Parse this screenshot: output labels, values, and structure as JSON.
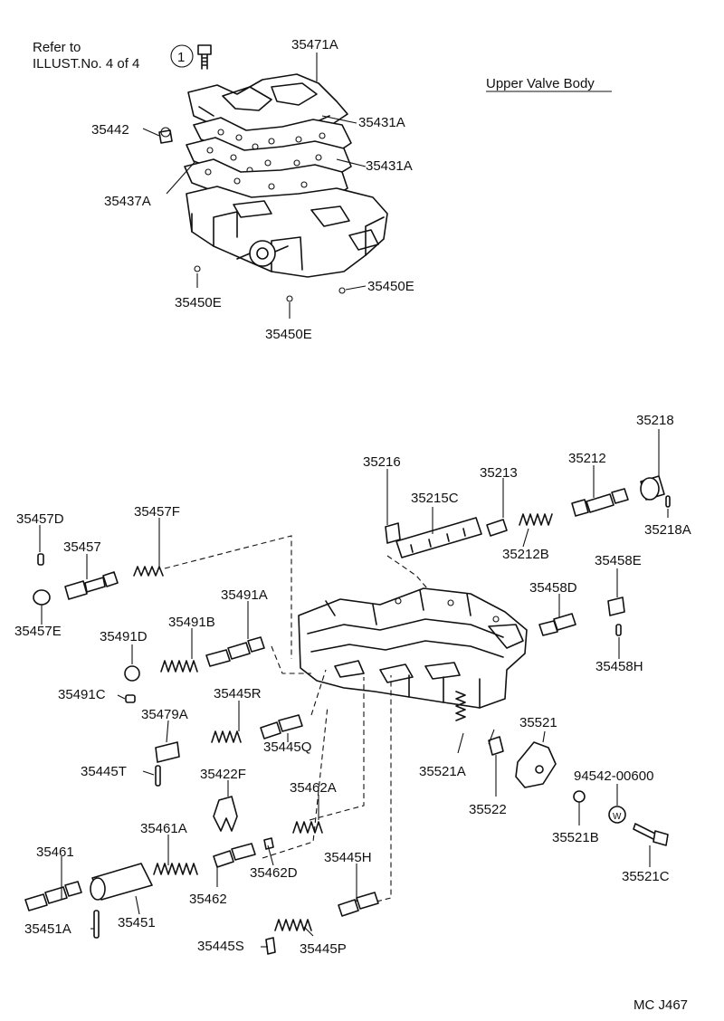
{
  "refer": {
    "line1": "Refer to",
    "line2": "ILLUST.No. 4 of 4",
    "circle_number": "1"
  },
  "title": "Upper Valve Body",
  "illustration_code": "MC J467",
  "parts": {
    "p35471A": "35471A",
    "p35442": "35442",
    "p35431A_1": "35431A",
    "p35431A_2": "35431A",
    "p35437A": "35437A",
    "p35450E_1": "35450E",
    "p35450E_2": "35450E",
    "p35450E_3": "35450E",
    "p35218": "35218",
    "p35216": "35216",
    "p35213": "35213",
    "p35212": "35212",
    "p35215C": "35215C",
    "p35218A": "35218A",
    "p35212B": "35212B",
    "p35457D": "35457D",
    "p35457F": "35457F",
    "p35457": "35457",
    "p35457E": "35457E",
    "p35458E": "35458E",
    "p35458D": "35458D",
    "p35458H": "35458H",
    "p35491A": "35491A",
    "p35491B": "35491B",
    "p35491D": "35491D",
    "p35491C": "35491C",
    "p35445R": "35445R",
    "p35445Q": "35445Q",
    "p35479A": "35479A",
    "p35445T": "35445T",
    "p35422F": "35422F",
    "p35462A": "35462A",
    "p35521": "35521",
    "p35521A": "35521A",
    "p35522": "35522",
    "p94542": "94542-00600",
    "p35521B": "35521B",
    "p35521C": "35521C",
    "p35461": "35461",
    "p35461A": "35461A",
    "p35462": "35462",
    "p35462D": "35462D",
    "p35445H": "35445H",
    "p35451A": "35451A",
    "p35451": "35451",
    "p35445S": "35445S",
    "p35445P": "35445P"
  },
  "washer_mark": "W"
}
